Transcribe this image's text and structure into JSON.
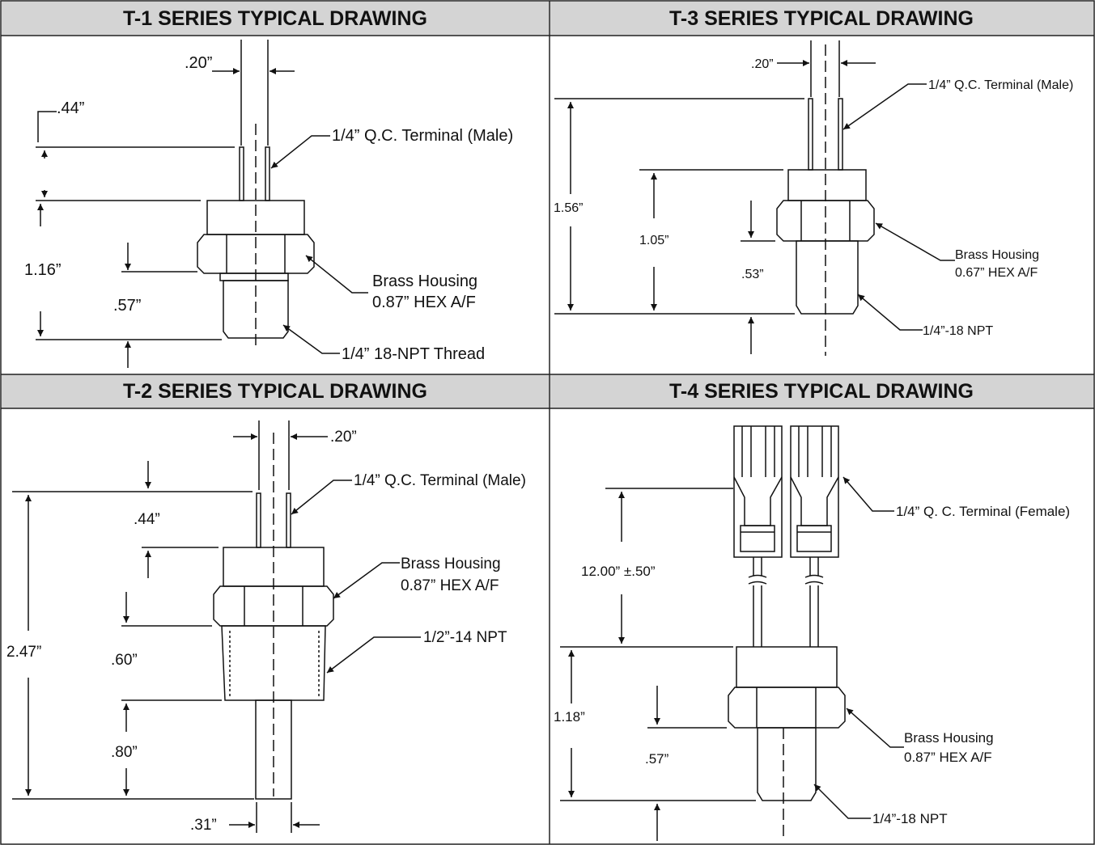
{
  "panels": {
    "t1": {
      "title": "T-1 SERIES TYPICAL DRAWING",
      "labels": {
        "pin_gap": ".20”",
        "pin_length": ".44”",
        "overall": "1.16”",
        "thread_length": ".57”",
        "terminal": "1/4” Q.C. Terminal (Male)",
        "housing_1": "Brass Housing",
        "housing_2": "0.87” HEX A/F",
        "thread": "1/4” 18-NPT Thread"
      }
    },
    "t3": {
      "title": "T-3 SERIES TYPICAL DRAWING",
      "labels": {
        "pin_gap": ".20”",
        "terminal": "1/4” Q.C. Terminal (Male)",
        "overall": "1.56”",
        "body": "1.05”",
        "thread_length": ".53”",
        "housing_1": "Brass Housing",
        "housing_2": "0.67” HEX A/F",
        "thread": "1/4”-18 NPT"
      }
    },
    "t2": {
      "title": "T-2 SERIES TYPICAL DRAWING",
      "labels": {
        "pin_gap": ".20”",
        "terminal": "1/4” Q.C. Terminal (Male)",
        "pin_length": ".44”",
        "housing_1": "Brass Housing",
        "housing_2": "0.87” HEX A/F",
        "thread": "1/2”-14 NPT",
        "overall": "2.47”",
        "thread_length": ".60”",
        "probe_length": ".80”",
        "probe_dia": ".31”"
      }
    },
    "t4": {
      "title": "T-4 SERIES TYPICAL DRAWING",
      "labels": {
        "terminal": "1/4” Q. C. Terminal (Female)",
        "lead": "12.00” ±.50”",
        "overall": "1.18”",
        "thread_length": ".57”",
        "housing_1": "Brass Housing",
        "housing_2": "0.87” HEX A/F",
        "thread": "1/4”-18 NPT"
      }
    }
  }
}
